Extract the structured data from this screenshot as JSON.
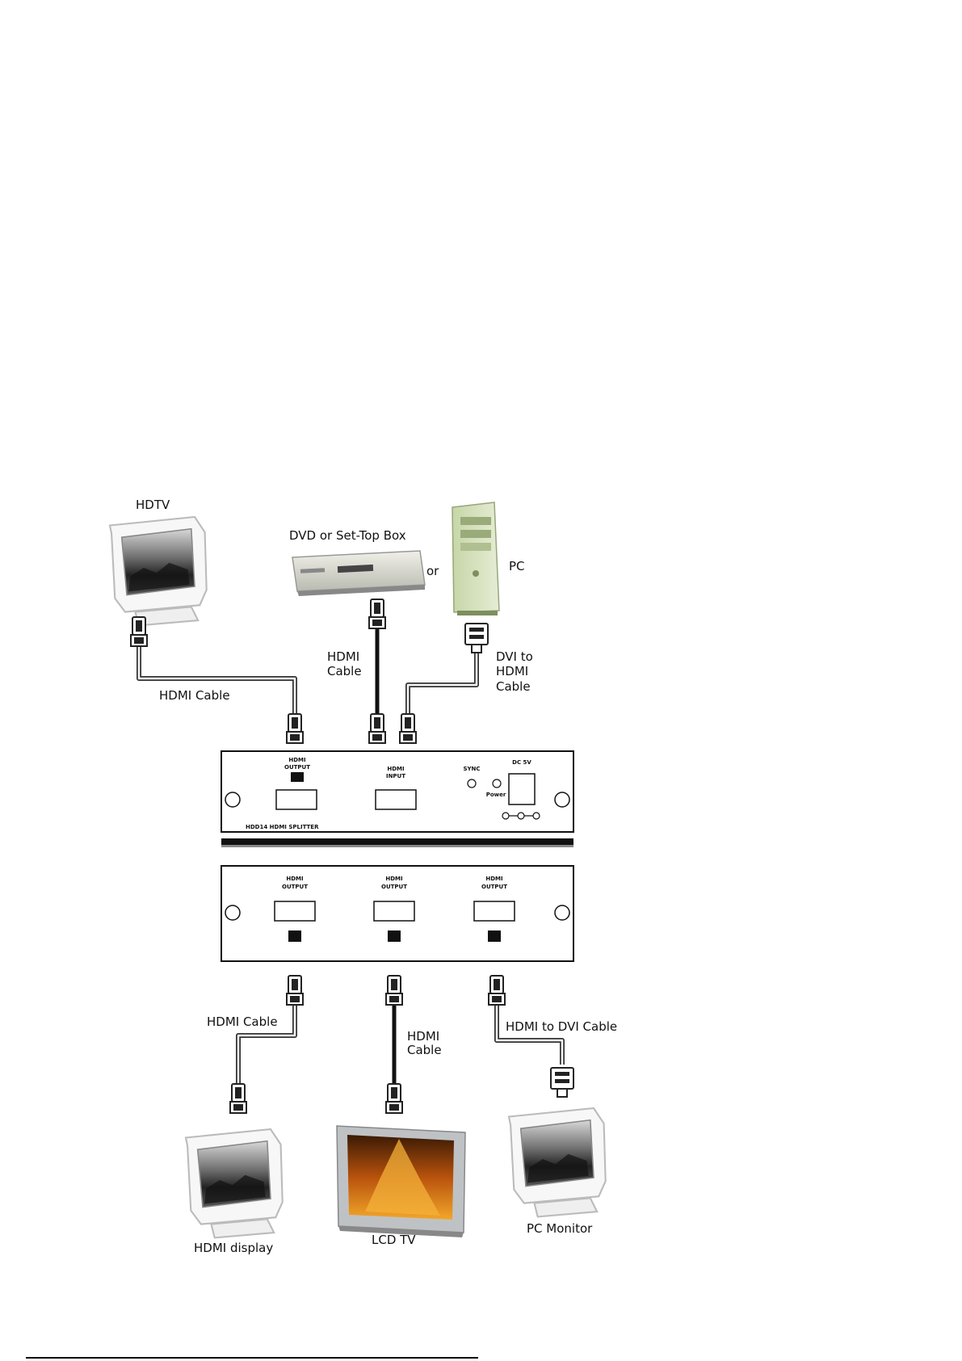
{
  "devices": {
    "hdtv": "HDTV",
    "dvd": "DVD or Set-Top Box",
    "or": "or",
    "pc": "PC",
    "hdmi_display": "HDMI display",
    "lcd_tv": "LCD TV",
    "pc_monitor": "PC Monitor"
  },
  "cables": {
    "hdtv_cable": "HDMI Cable",
    "dvd_cable_line1": "HDMI",
    "dvd_cable_line2": "Cable",
    "pc_cable_line1": "DVI to",
    "pc_cable_line2": "HDMI",
    "pc_cable_line3": "Cable",
    "display_cable": "HDMI Cable",
    "lcd_cable_line1": "HDMI",
    "lcd_cable_line2": "Cable",
    "monitor_cable": "HDMI to DVI Cable"
  },
  "front_panel": {
    "output_l1": "HDMI",
    "output_l2": "OUTPUT",
    "input_l1": "HDMI",
    "input_l2": "INPUT",
    "sync": "SYNC",
    "power": "Power",
    "dc": "DC 5V",
    "model": "HDD14 HDMI SPLITTER"
  },
  "rear_panel": {
    "out1_l1": "HDMI",
    "out1_l2": "OUTPUT",
    "out2_l1": "HDMI",
    "out2_l2": "OUTPUT",
    "out3_l1": "HDMI",
    "out3_l2": "OUTPUT"
  }
}
